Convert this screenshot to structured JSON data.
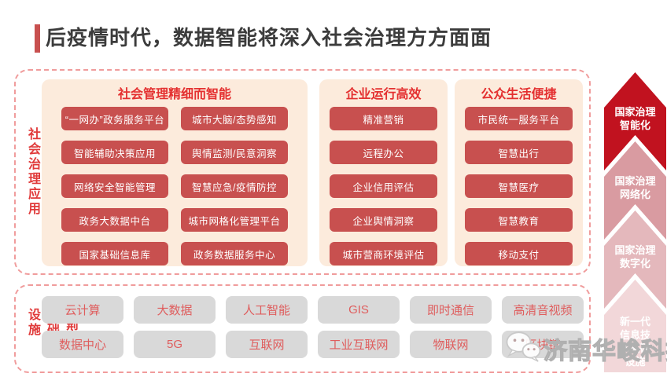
{
  "title": {
    "text": "后疫情时代，数据智能将深入社会治理方方面面"
  },
  "colors": {
    "accent_red": "#c8504f",
    "header_red": "#e43030",
    "button_red": "#c8504f",
    "panel_peach": "#fcebdc",
    "dashed_border_pink": "#f09c9c",
    "gray_button": "#d9d9d9",
    "gray_button_text": "#df5d5d",
    "title_text": "#3c3c3c"
  },
  "main_panel": {
    "side_label": "社会治理应用",
    "groups": [
      {
        "header": "社会管理精细而智能",
        "columns": [
          [
            "“一网办”政务服务平台",
            "智能辅助决策应用",
            "网络安全智能管理",
            "政务大数据中台",
            "国家基础信息库"
          ],
          [
            "城市大脑/态势感知",
            "舆情监测/民意洞察",
            "智慧应急/疫情防控",
            "城市网格化管理平台",
            "政务数据服务中心"
          ]
        ]
      },
      {
        "header": "企业运行高效",
        "columns": [
          [
            "精准营销",
            "远程办公",
            "企业信用评估",
            "企业舆情洞察",
            "城市营商环境评估"
          ]
        ]
      },
      {
        "header": "公众生活便捷",
        "columns": [
          [
            "市民统一服务平台",
            "智慧出行",
            "智慧医疗",
            "智慧教育",
            "移动支付"
          ]
        ]
      }
    ]
  },
  "bottom_panel": {
    "side_label": "新型基础设施",
    "rows": [
      [
        "云计算",
        "大数据",
        "人工智能",
        "GIS",
        "即时通信",
        "高清音视频"
      ],
      [
        "数据中心",
        "5G",
        "互联网",
        "工业互联网",
        "物联网",
        "区块链"
      ]
    ]
  },
  "arrows": [
    {
      "label": "国家治理\n智能化",
      "color": "#c1121f"
    },
    {
      "label": "国家治理\n网络化",
      "color": "#d99ba1"
    },
    {
      "label": "国家治理\n数字化",
      "color": "#e4b8bc"
    },
    {
      "label": "新一代\n信息技\n术基础\n设施",
      "color": "#f2d7d9"
    }
  ],
  "watermark": {
    "text": "济南华峻科技",
    "icon": "wechat-icon"
  }
}
